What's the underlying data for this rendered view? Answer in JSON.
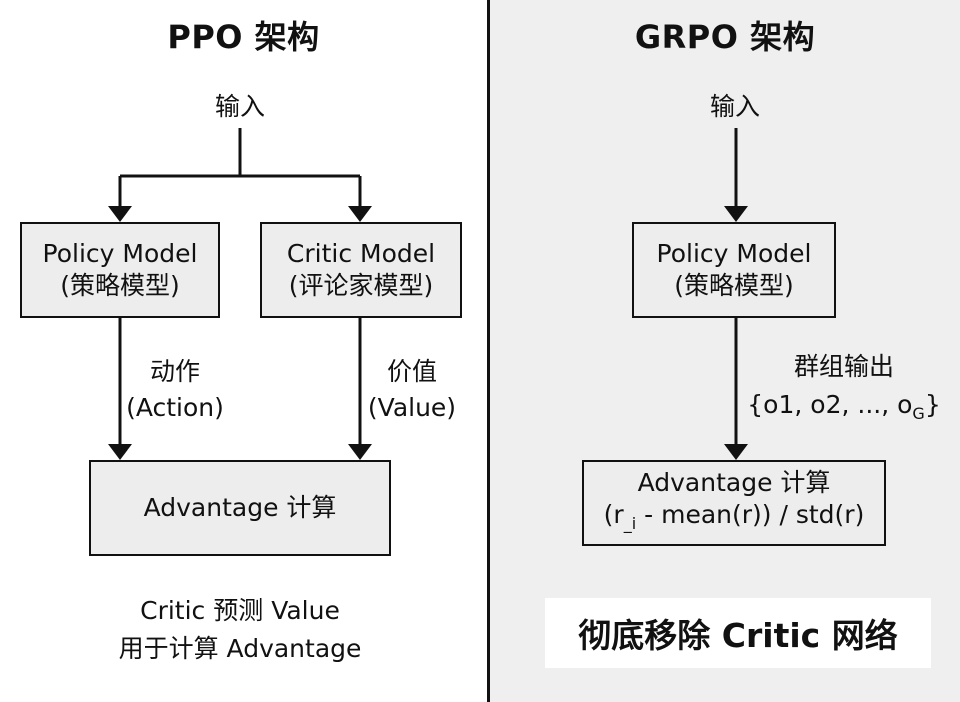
{
  "ppo": {
    "title": "PPO 架构",
    "input_label": "输入",
    "policy_box": {
      "line1": "Policy Model",
      "line2": "(策略模型)"
    },
    "critic_box": {
      "line1": "Critic Model",
      "line2": "(评论家模型)"
    },
    "action_edge": {
      "line1": "动作",
      "line2": "(Action)"
    },
    "value_edge": {
      "line1": "价值",
      "line2": "(Value)"
    },
    "advantage_box": {
      "line1": "Advantage 计算"
    },
    "note": {
      "line1": "Critic 预测 Value",
      "line2": "用于计算 Advantage"
    }
  },
  "grpo": {
    "title": "GRPO 架构",
    "input_label": "输入",
    "policy_box": {
      "line1": "Policy Model",
      "line2": "(策略模型)"
    },
    "group_edge": {
      "line1": "群组输出",
      "line2_prefix": "{o1, o2, ..., o",
      "line2_sub": "G",
      "line2_suffix": "}"
    },
    "advantage_box": {
      "line1": "Advantage 计算",
      "line2_prefix": "(r",
      "line2_sub": "_i",
      "line2_suffix": " - mean(r)) / std(r)"
    },
    "banner": "彻底移除 Critic 网络"
  },
  "colors": {
    "line": "#111111",
    "box_fill": "#ededed",
    "right_panel_bg": "#efefef"
  }
}
